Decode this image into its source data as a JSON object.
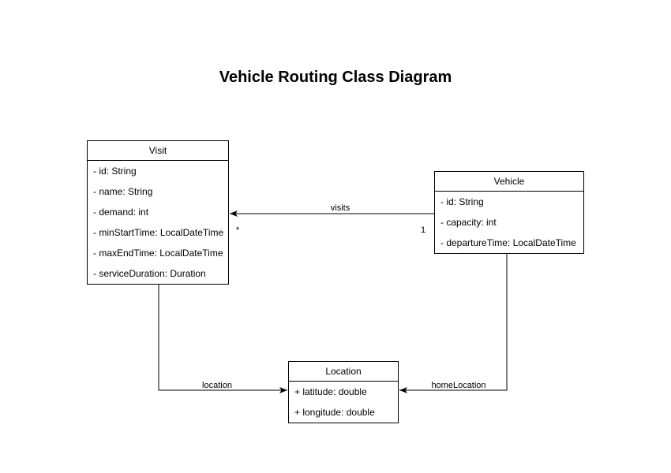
{
  "title": "Vehicle Routing Class Diagram",
  "colors": {
    "background": "#ffffff",
    "stroke": "#000000",
    "text": "#000000"
  },
  "classes": [
    {
      "name": "Visit",
      "attributes": [
        "- id: String",
        "- name: String",
        "- demand: int",
        "- minStartTime: LocalDateTime",
        "- maxEndTime: LocalDateTime",
        "- serviceDuration: Duration"
      ]
    },
    {
      "name": "Vehicle",
      "attributes": [
        "- id: String",
        "- capacity: int",
        "- departureTime: LocalDateTime"
      ]
    },
    {
      "name": "Location",
      "attributes": [
        "+ latitude: double",
        "+ longitude: double"
      ]
    }
  ],
  "relationships": [
    {
      "label": "visits",
      "from": "Vehicle",
      "to": "Visit",
      "source_multiplicity": "1",
      "target_multiplicity": "*"
    },
    {
      "label": "location",
      "from": "Visit",
      "to": "Location"
    },
    {
      "label": "homeLocation",
      "from": "Vehicle",
      "to": "Location"
    }
  ]
}
